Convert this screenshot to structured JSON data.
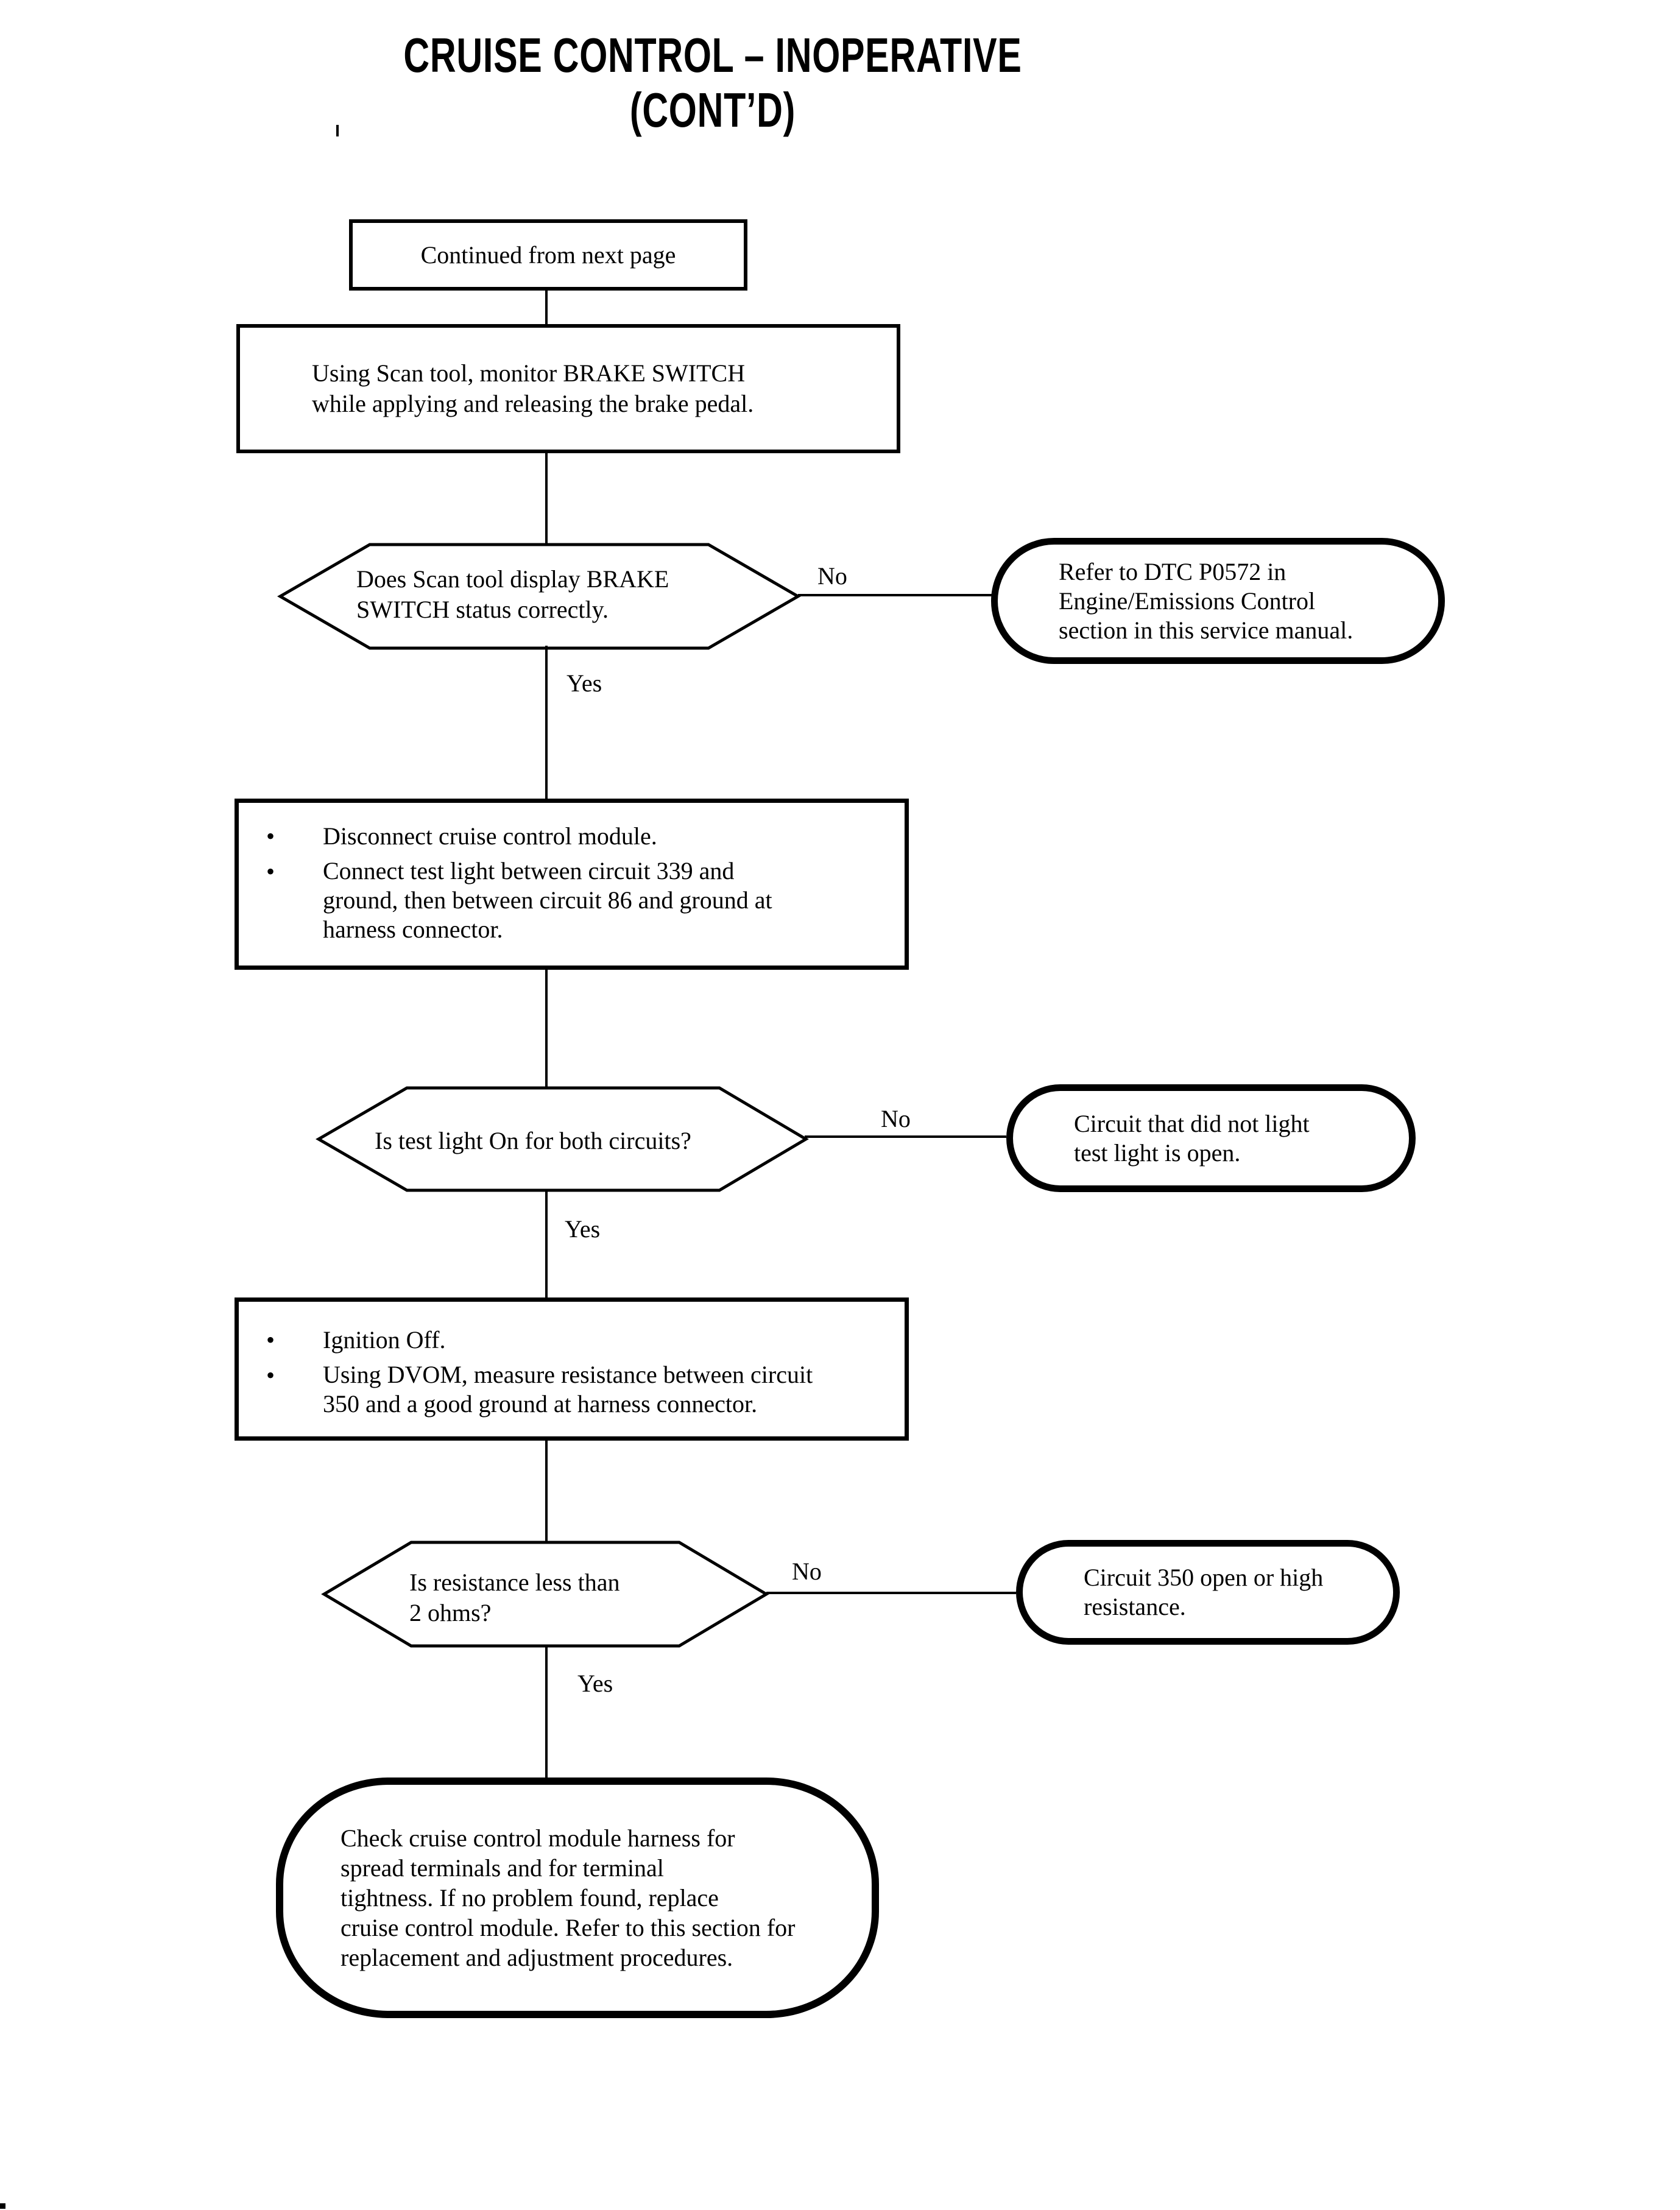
{
  "title": {
    "line1": "CRUISE CONTROL – INOPERATIVE",
    "line2": "(CONT’D)"
  },
  "connectors": {
    "yes": "Yes",
    "no": "No",
    "bullet_char": "•"
  },
  "nodes": {
    "start": {
      "label": "Continued from next page"
    },
    "step1": {
      "line1": "Using Scan tool, monitor BRAKE SWITCH",
      "line2": "while applying and releasing the brake pedal."
    },
    "decision1": {
      "line1": "Does Scan tool display BRAKE",
      "line2": "SWITCH status correctly."
    },
    "outcome1": {
      "line1": "Refer to DTC P0572 in",
      "line2": "Engine/Emissions Control",
      "line3": "section in this service manual."
    },
    "step2": {
      "bullet1_line1": "Disconnect cruise control module.",
      "bullet2_line1": "Connect test light between circuit 339 and",
      "bullet2_line2": "ground, then between circuit 86 and ground at",
      "bullet2_line3": "harness connector."
    },
    "decision2": {
      "line1": "Is test light On for both circuits?"
    },
    "outcome2": {
      "line1": "Circuit that did not light",
      "line2": "test light is open."
    },
    "step3": {
      "bullet1_line1": "Ignition Off.",
      "bullet2_line1": "Using DVOM, measure resistance between circuit",
      "bullet2_line2": "350 and a good ground at harness connector."
    },
    "decision3": {
      "line1": "Is resistance less than",
      "line2": "2 ohms?"
    },
    "outcome3": {
      "line1": "Circuit 350 open or high",
      "line2": "resistance."
    },
    "terminal": {
      "line1": "Check cruise control module harness for",
      "line2": "spread terminals and for terminal",
      "line3": "tightness. If no problem found, replace",
      "line4": "cruise control module. Refer to this section for",
      "line5": "replacement and adjustment procedures."
    }
  }
}
